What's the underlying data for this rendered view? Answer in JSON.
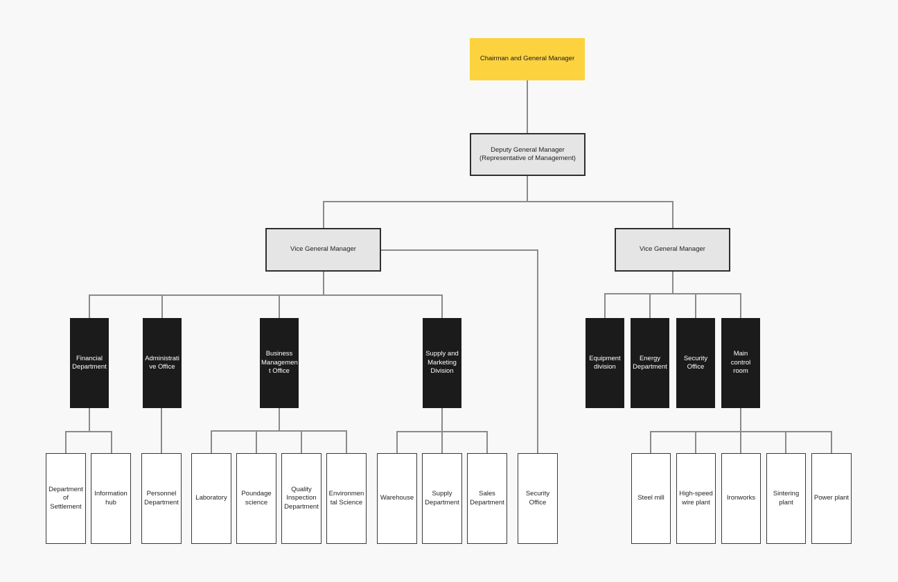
{
  "colors": {
    "background": "#F8F8F8",
    "root_fill": "#FCD33F",
    "manager_fill": "#E5E5E5",
    "manager_border": "#2e2e2e",
    "department_fill": "#1b1b1b",
    "department_text": "#ffffff",
    "unit_fill": "#ffffff",
    "unit_border": "#383838",
    "connector": "#8a8a8a"
  },
  "org": {
    "root": {
      "label": "Chairman and General Manager"
    },
    "deputy": {
      "label": "Deputy General Manager\n(Representative of Management)"
    },
    "vice_left": {
      "label": "Vice General Manager"
    },
    "vice_right": {
      "label": "Vice General Manager"
    },
    "departments": {
      "financial": {
        "label": "Financial\nDepartment"
      },
      "administrative": {
        "label": "Administrati\nve Office"
      },
      "business": {
        "label": "Business\nManagemen\nt Office"
      },
      "supply_marketing": {
        "label": "Supply and\nMarketing\nDivision"
      },
      "equipment": {
        "label": "Equipment\ndivision"
      },
      "energy": {
        "label": "Energy\nDepartment"
      },
      "security_department": {
        "label": "Security\nOffice"
      },
      "main_control": {
        "label": "Main\ncontrol\nroom"
      }
    },
    "units": {
      "dept_settlement": {
        "label": "Department\nof\nSettlement"
      },
      "info_hub": {
        "label": "Information\nhub"
      },
      "personnel": {
        "label": "Personnel\nDepartment"
      },
      "laboratory": {
        "label": "Laboratory"
      },
      "poundage": {
        "label": "Poundage\nscience"
      },
      "quality": {
        "label": "Quality\nInspection\nDepartment"
      },
      "environmental": {
        "label": "Environmen\ntal Science"
      },
      "warehouse": {
        "label": "Warehouse"
      },
      "supply_dept": {
        "label": "Supply\nDepartment"
      },
      "sales_dept": {
        "label": "Sales\nDepartment"
      },
      "security_office": {
        "label": "Security\nOffice"
      },
      "steel_mill": {
        "label": "Steel mill"
      },
      "high_speed_wire": {
        "label": "High-speed\nwire plant"
      },
      "ironworks": {
        "label": "Ironworks"
      },
      "sintering": {
        "label": "Sintering\nplant"
      },
      "power_plant": {
        "label": "Power plant"
      }
    }
  }
}
